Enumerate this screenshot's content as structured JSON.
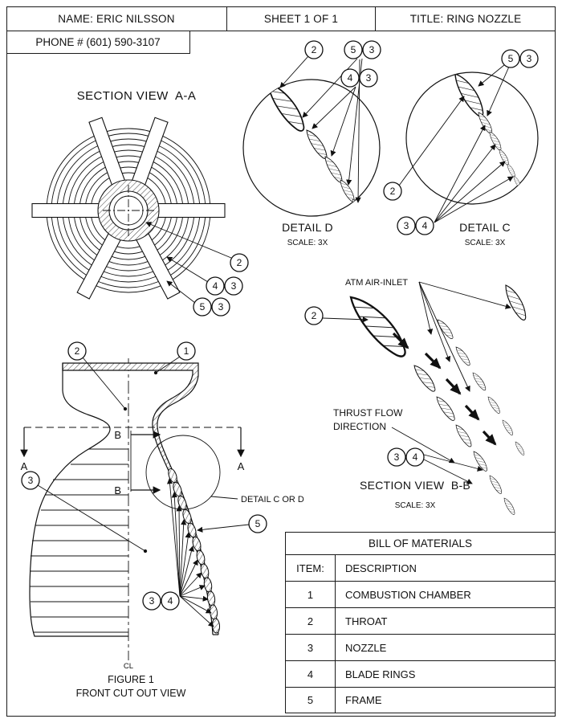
{
  "nums": {
    "n1": "1",
    "n2": "2",
    "n3": "3",
    "n4": "4",
    "n5": "5"
  },
  "title_block": {
    "name": "NAME: ERIC NILSSON",
    "sheet": "SHEET 1 OF 1",
    "title": "TITLE: RING NOZZLE",
    "phone": "PHONE # (601) 590-3107"
  },
  "section_aa": {
    "label": "SECTION VIEW  A-A"
  },
  "detail_d": {
    "label": "DETAIL D",
    "scale": "SCALE: 3X"
  },
  "detail_c": {
    "label": "DETAIL C",
    "scale": "SCALE: 3X"
  },
  "section_bb": {
    "air_inlet": "ATM AIR-INLET",
    "thrust_line1": "THRUST FLOW",
    "thrust_line2": "DIRECTION",
    "label": "SECTION VIEW  B-B",
    "scale": "SCALE: 3X"
  },
  "figure1": {
    "detail_note": "DETAIL C OR D",
    "centerline": "CL",
    "caption1": "FIGURE 1",
    "caption2": "FRONT CUT OUT VIEW",
    "section_a": "A",
    "section_b": "B"
  },
  "bom": {
    "title": "BILL OF MATERIALS",
    "col_item": "ITEM:",
    "col_desc": "DESCRIPTION",
    "rows": [
      {
        "item": "1",
        "desc": "COMBUSTION CHAMBER"
      },
      {
        "item": "2",
        "desc": "THROAT"
      },
      {
        "item": "3",
        "desc": "NOZZLE"
      },
      {
        "item": "4",
        "desc": "BLADE RINGS"
      },
      {
        "item": "5",
        "desc": "FRAME"
      }
    ]
  }
}
